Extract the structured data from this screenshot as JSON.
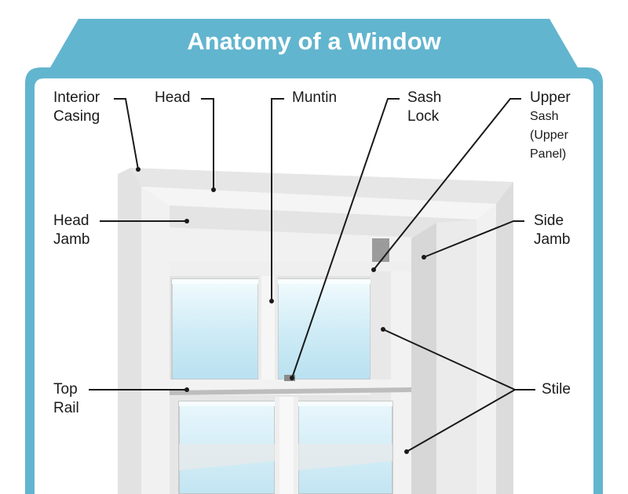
{
  "header": {
    "title": "Anatomy of a Window"
  },
  "labels": {
    "interior_casing": [
      "Interior",
      "Casing"
    ],
    "head": "Head",
    "muntin": "Muntin",
    "sash_lock": [
      "Sash",
      "Lock"
    ],
    "upper_sash": [
      "Upper",
      "Sash",
      "(Upper",
      "Panel)"
    ],
    "head_jamb": [
      "Head",
      "Jamb"
    ],
    "side_jamb": [
      "Side",
      "Jamb"
    ],
    "top_rail": [
      "Top",
      "Rail"
    ],
    "stile": "Stile"
  },
  "colors": {
    "banner": "#62b5cf",
    "frame": "#eeeeee",
    "glass": "#d6eff8",
    "line": "#1a1a1a"
  }
}
